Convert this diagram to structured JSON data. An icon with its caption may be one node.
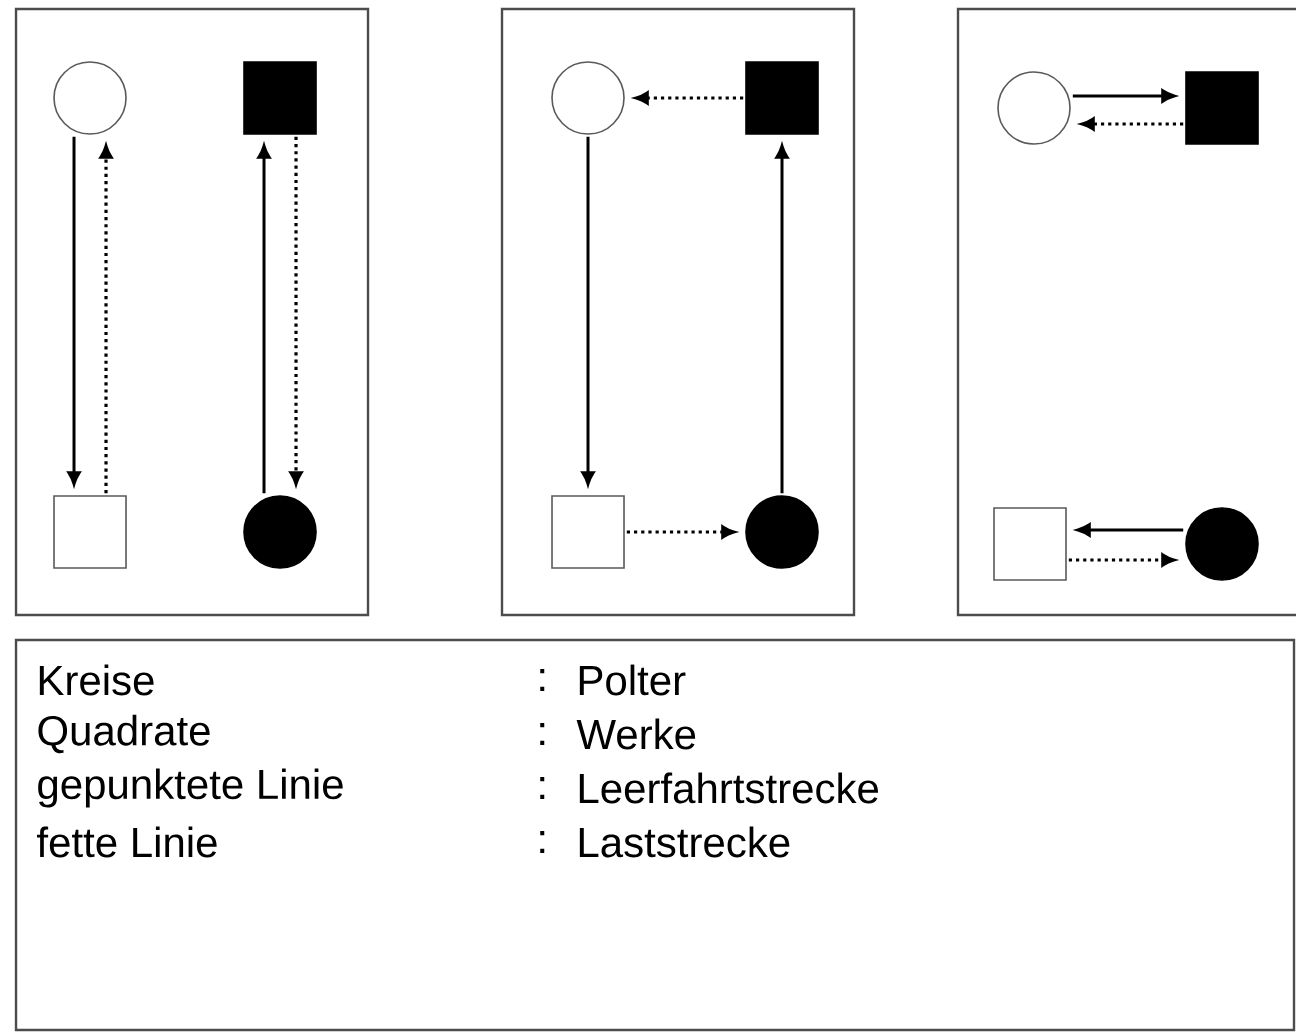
{
  "diagram": {
    "nodes": [
      {
        "text": [],
        "shape": "box"
      },
      {
        "text": [],
        "shape": "circle",
        "in": 0
      },
      {
        "text": [],
        "shape": "block",
        "in": 0
      },
      {
        "text": [],
        "shape": "box",
        "in": 0
      },
      {
        "text": [],
        "shape": "disc",
        "in": 0
      },
      {
        "text": [],
        "shape": "box"
      },
      {
        "text": [],
        "shape": "circle",
        "in": 5
      },
      {
        "text": [],
        "shape": "block",
        "in": 5
      },
      {
        "text": [],
        "shape": "box",
        "in": 5
      },
      {
        "text": [],
        "shape": "disc",
        "in": 5
      },
      {
        "text": [],
        "shape": "box"
      },
      {
        "text": [],
        "shape": "circle",
        "in": 10
      },
      {
        "text": [],
        "shape": "block",
        "in": 10
      },
      {
        "text": [],
        "shape": "box",
        "in": 10
      },
      {
        "text": [],
        "shape": "disc",
        "in": 10
      }
    ],
    "edges": [
      {
        "from": 1,
        "to": 3,
        "arrow": "to"
      },
      {
        "from": 3,
        "to": 1,
        "arrow": "to",
        "style": "dashed"
      },
      {
        "from": 4,
        "to": 2,
        "arrow": "to"
      },
      {
        "from": 2,
        "to": 4,
        "arrow": "to",
        "style": "dashed"
      },
      {
        "from": 7,
        "to": 6,
        "arrow": "to",
        "style": "dashed"
      },
      {
        "from": 6,
        "to": 8,
        "arrow": "to"
      },
      {
        "from": 8,
        "to": 9,
        "arrow": "to",
        "style": "dashed"
      },
      {
        "from": 9,
        "to": 7,
        "arrow": "to"
      },
      {
        "from": 11,
        "to": 12,
        "arrow": "to"
      },
      {
        "from": 12,
        "to": 11,
        "arrow": "to",
        "style": "dashed"
      },
      {
        "from": 14,
        "to": 13,
        "arrow": "to"
      },
      {
        "from": 13,
        "to": 14,
        "arrow": "to",
        "style": "dashed"
      }
    ],
    "labels": [
      "Kreise",
      ":",
      "Polter",
      "Quadrate",
      ":",
      "Werke",
      "gepunktete Linie",
      ":",
      "Leerfahrtstrecke",
      "fette Linie",
      ":",
      "Laststrecke"
    ]
  }
}
